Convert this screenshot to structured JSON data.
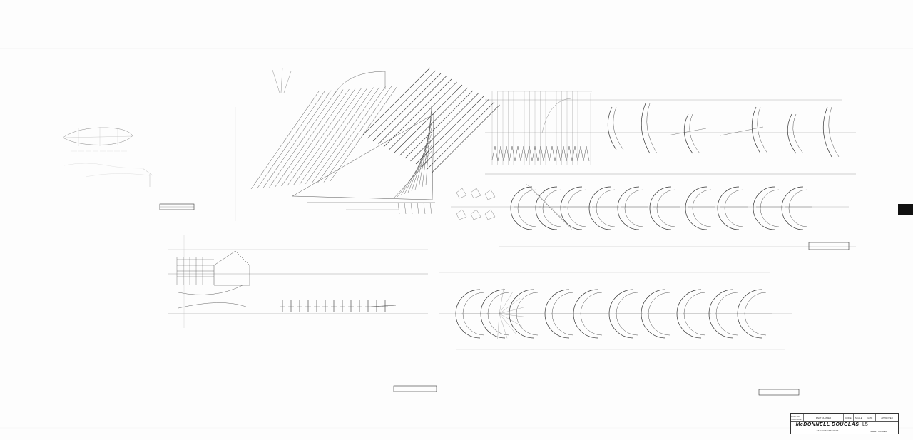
{
  "title_block": {
    "cells": [
      "LOFTED SURFACES",
      "PART NUMBER",
      "CODE",
      "SCALE",
      "DATE",
      "APPROVED"
    ],
    "company": "McDONNELL DOUGLAS",
    "city": "ST. LOUIS, MISSOURI",
    "sheet_no": "L5",
    "sheet_label": "SHEET NUMBER"
  }
}
